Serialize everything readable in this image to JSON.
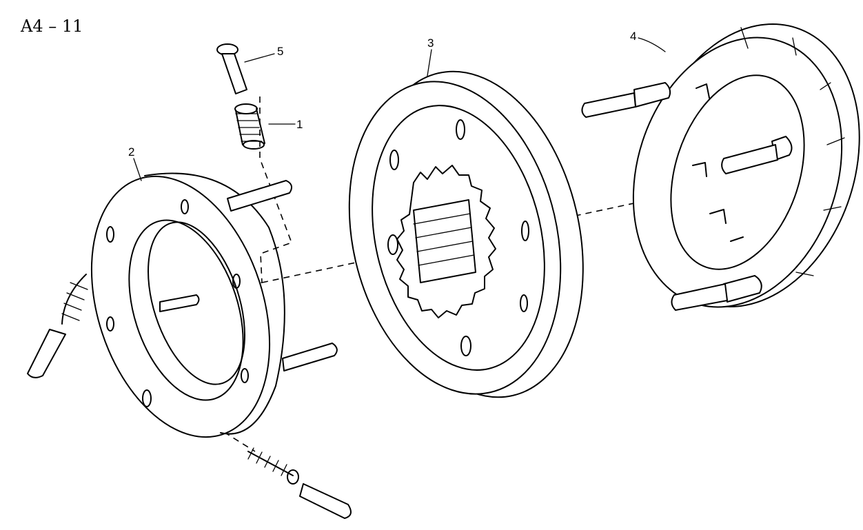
{
  "figure": {
    "title": "A4 – 11"
  },
  "callouts": [
    {
      "id": "1",
      "label": "1"
    },
    {
      "id": "2",
      "label": "2"
    },
    {
      "id": "3",
      "label": "3"
    },
    {
      "id": "4",
      "label": "4"
    },
    {
      "id": "5",
      "label": "5"
    }
  ]
}
